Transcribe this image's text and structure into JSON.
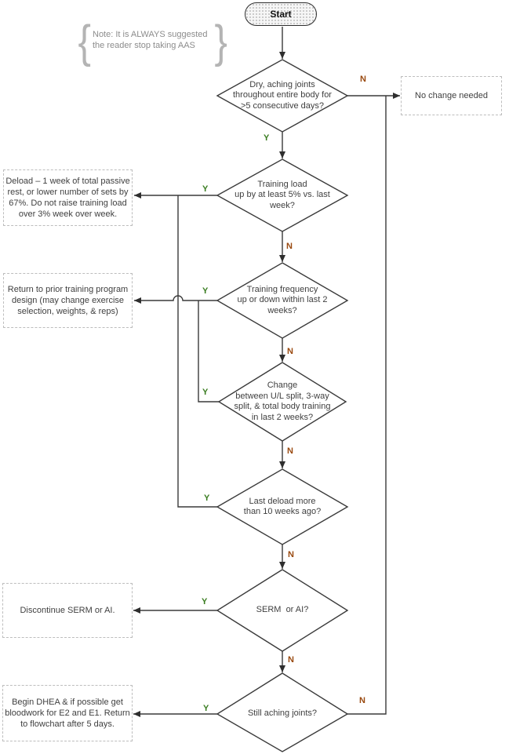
{
  "start": {
    "label": "Start"
  },
  "note": {
    "text": "Note: It is ALWAYS suggested\nthe reader stop taking AAS"
  },
  "yes_label": "Y",
  "no_label": "N",
  "colors": {
    "yes": "#3a7d21",
    "no": "#99490f",
    "line": "#3a3a3a",
    "box_border": "#bdbdbd",
    "note_text": "#8c8c8c"
  },
  "decisions": [
    {
      "text": "Dry, aching joints\nthroughout entire body for\n>5 consecutive days?"
    },
    {
      "text": "Training load\nup by at least 5% vs. last\nweek?"
    },
    {
      "text": "Training frequency\nup or down within last 2\nweeks?"
    },
    {
      "text": "Change\nbetween U/L split, 3-way\nsplit, & total body training\nin last 2 weeks?"
    },
    {
      "text": "Last deload more\nthan 10 weeks ago?"
    },
    {
      "text": "SERM  or AI?"
    },
    {
      "text": "Still aching joints?"
    }
  ],
  "outcomes": [
    {
      "text": "No change needed"
    },
    {
      "text": "Deload – 1 week of total passive\nrest, or lower number of sets by\n67%. Do not raise training load\nover 3% week over week."
    },
    {
      "text": "Return to prior training program\ndesign (may change exercise\nselection, weights, & reps)"
    },
    {
      "text": "Discontinue SERM or AI."
    },
    {
      "text": "Begin DHEA & if possible get\nbloodwork for E2 and E1. Return\nto flowchart after 5 days."
    }
  ]
}
